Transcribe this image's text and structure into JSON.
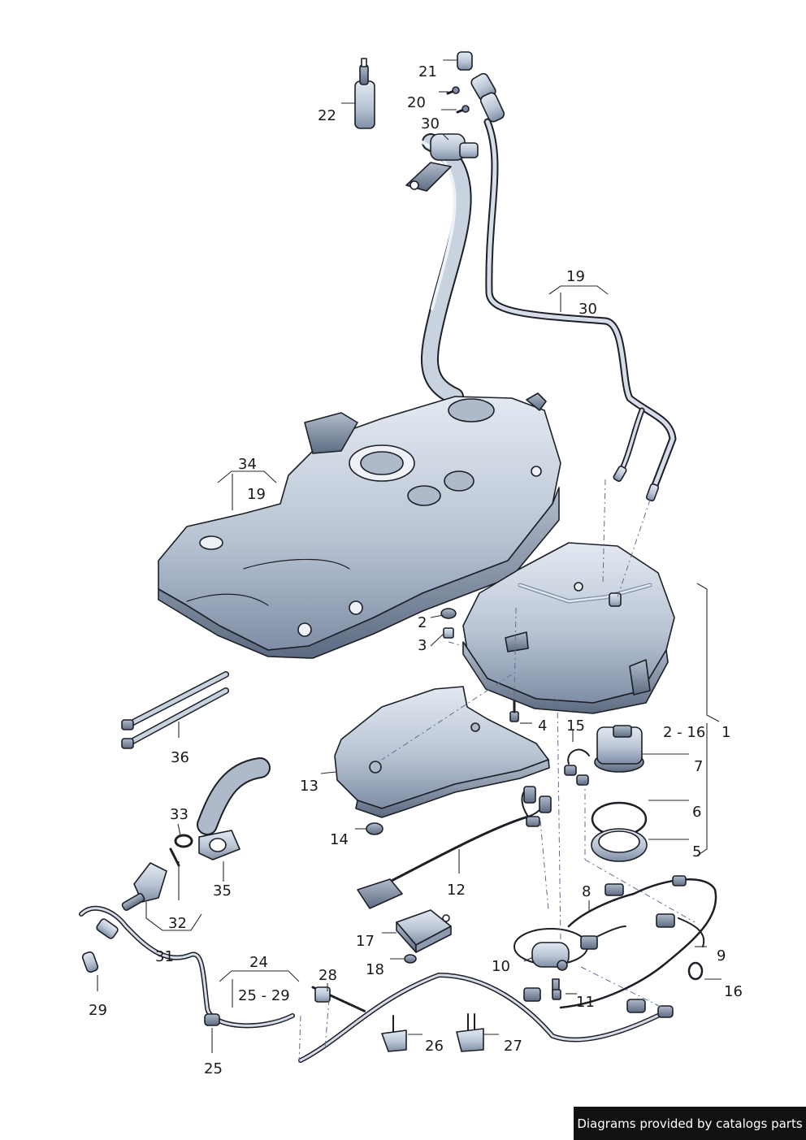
{
  "diagram": {
    "callouts": [
      {
        "id": "c22",
        "text": "22"
      },
      {
        "id": "c21",
        "text": "21"
      },
      {
        "id": "c20",
        "text": "20"
      },
      {
        "id": "c30a",
        "text": "30"
      },
      {
        "id": "c19a",
        "text": "19"
      },
      {
        "id": "c30b",
        "text": "30"
      },
      {
        "id": "c34",
        "text": "34"
      },
      {
        "id": "c19b",
        "text": "19"
      },
      {
        "id": "c2",
        "text": "2"
      },
      {
        "id": "c3",
        "text": "3"
      },
      {
        "id": "c4",
        "text": "4"
      },
      {
        "id": "c15",
        "text": "15"
      },
      {
        "id": "c216",
        "text": "2 - 16"
      },
      {
        "id": "c1",
        "text": "1"
      },
      {
        "id": "c7",
        "text": "7"
      },
      {
        "id": "c6",
        "text": "6"
      },
      {
        "id": "c5",
        "text": "5"
      },
      {
        "id": "c36",
        "text": "36"
      },
      {
        "id": "c13",
        "text": "13"
      },
      {
        "id": "c14",
        "text": "14"
      },
      {
        "id": "c33",
        "text": "33"
      },
      {
        "id": "c35",
        "text": "35"
      },
      {
        "id": "c12",
        "text": "12"
      },
      {
        "id": "c8",
        "text": "8"
      },
      {
        "id": "c32",
        "text": "32"
      },
      {
        "id": "c9",
        "text": "9"
      },
      {
        "id": "c17",
        "text": "17"
      },
      {
        "id": "c10",
        "text": "10"
      },
      {
        "id": "c18",
        "text": "18"
      },
      {
        "id": "c31",
        "text": "31"
      },
      {
        "id": "c24",
        "text": "24"
      },
      {
        "id": "c28",
        "text": "28"
      },
      {
        "id": "c2529",
        "text": "25 - 29"
      },
      {
        "id": "c16",
        "text": "16"
      },
      {
        "id": "c11",
        "text": "11"
      },
      {
        "id": "c29",
        "text": "29"
      },
      {
        "id": "c26",
        "text": "26"
      },
      {
        "id": "c27",
        "text": "27"
      },
      {
        "id": "c25",
        "text": "25"
      }
    ],
    "colors": {
      "part_fill": "#c9d3e0",
      "part_shade": "#8d9bb0",
      "outline": "#1c1f26",
      "leader": "#2a2a2a"
    }
  },
  "footer": {
    "credit": "Diagrams provided by catalogs parts"
  }
}
